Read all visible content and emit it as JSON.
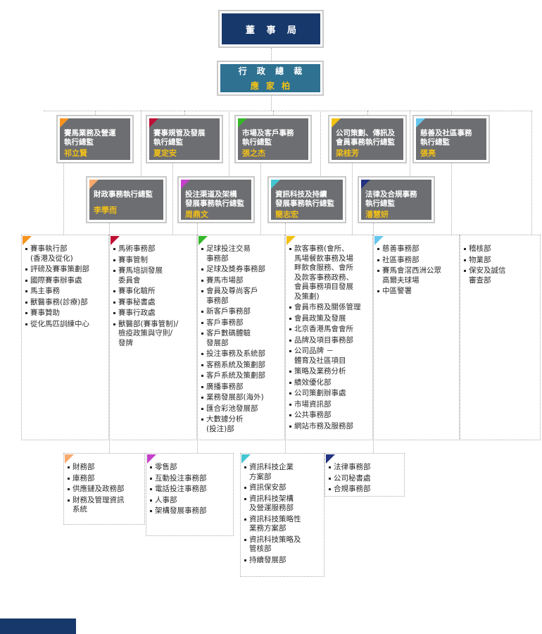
{
  "chart": {
    "board": {
      "label": "董 事 局"
    },
    "ceo": {
      "title": "行 政 總 裁",
      "name": "應 家 柏"
    },
    "executives": [
      {
        "title": "賽馬業務及營運\n執行總監",
        "name": "祁立賢",
        "accent": "#F7941E"
      },
      {
        "title": "賽事規管及發展\n執行總監",
        "name": "夏定安",
        "accent": "#BE0F34"
      },
      {
        "title": "市場及客戶事務\n執行總監",
        "name": "張之杰",
        "accent": "#35B729"
      },
      {
        "title": "公司策劃、傳訊及\n會員事務執行總監",
        "name": "梁桂芳",
        "accent": "#F2C112"
      },
      {
        "title": "慈善及社區事務\n執行總監",
        "name": "張亮",
        "accent": "#66C7EE"
      },
      {
        "title": "財政事務執行總監",
        "name": "李學而",
        "accent": "#F8A96D"
      },
      {
        "title": "投注渠道及架構\n發展事務執行總監",
        "name": "周鼎文",
        "accent": "#C341C8"
      },
      {
        "title": "資訊科技及持續\n發展事務執行總監",
        "name": "簡志宏",
        "accent": "#45C5D2"
      },
      {
        "title": "法律及合規事務\n執行總監",
        "name": "潘慧妍",
        "accent": "#23337F"
      }
    ],
    "department_groups": [
      {
        "accent": "#F7941E",
        "items": [
          "賽事執行部\n(香港及從化)",
          "評磅及賽事策劃部",
          "國際賽事辦事處",
          "馬主事務",
          "獸醫事務(診療)部",
          "賽事贊助",
          "從化馬匹訓練中心"
        ]
      },
      {
        "accent": "#BE0F34",
        "items": [
          "馬術事務部",
          "賽事管制",
          "賽馬培訓發展\n委員會",
          "賽事化驗所",
          "賽事秘書處",
          "賽事行政處",
          "獸醫部(賽事管制)/\n檢疫政策與守則/\n發牌"
        ]
      },
      {
        "accent": "#35B729",
        "items": [
          "足球投注交易\n事務部",
          "足球及獎券事務部",
          "賽馬市場部",
          "會員及尊尚客戶\n事務部",
          "新客戶事務部",
          "客戶事務部",
          "客戶數碼體驗\n發展部",
          "投注事務及系統部",
          "客務系統及策劃部",
          "客戶系統及策劃部",
          "廣播事務部",
          "業務發展部(海外)",
          "匯合彩池發展部",
          "大數據分析\n(投注)部"
        ]
      },
      {
        "accent": "#F2C112",
        "items": [
          "款客事務(會所、\n馬場餐飲事務及場\n畔飲食服務、會所\n及款客事務政務、\n會員事務項目發展\n及策劃)",
          "會員市務及關係管理",
          "會員政策及發展",
          "北京香港馬會會所",
          "品牌及項目事務部",
          "公司品牌 －\n體育及社區項目",
          "策略及業務分析",
          "績效優化部",
          "公司策劃辦事處",
          "市場資訊部",
          "公共事務部",
          "網站市務及服務部"
        ]
      },
      {
        "accent": "#66C7EE",
        "items": [
          "慈善事務部",
          "社區事務部",
          "賽馬會滘西洲公眾\n高爾夫球場",
          "中區警署"
        ]
      },
      {
        "accent": "",
        "items": [
          "稽核部",
          "物業部",
          "保安及誠信\n審查部"
        ]
      },
      {
        "accent": "#F8A96D",
        "items": [
          "財務部",
          "庫務部",
          "供應鏈及政務部",
          "財務及管理資訊\n系統"
        ]
      },
      {
        "accent": "#C341C8",
        "items": [
          "零售部",
          "互動投注事務部",
          "電話投注事務部",
          "人事部",
          "架構發展事務部"
        ]
      },
      {
        "accent": "#45C5D2",
        "items": [
          "資訊科技企業\n方案部",
          "資訊保安部",
          "資訊科技架構\n及營運服務部",
          "資訊科技策略性\n業務方案部",
          "資訊科技策略及\n管核部",
          "持續發展部"
        ]
      },
      {
        "accent": "#23337F",
        "items": [
          "法律事務部",
          "公司秘書處",
          "合規事務部"
        ]
      }
    ]
  }
}
